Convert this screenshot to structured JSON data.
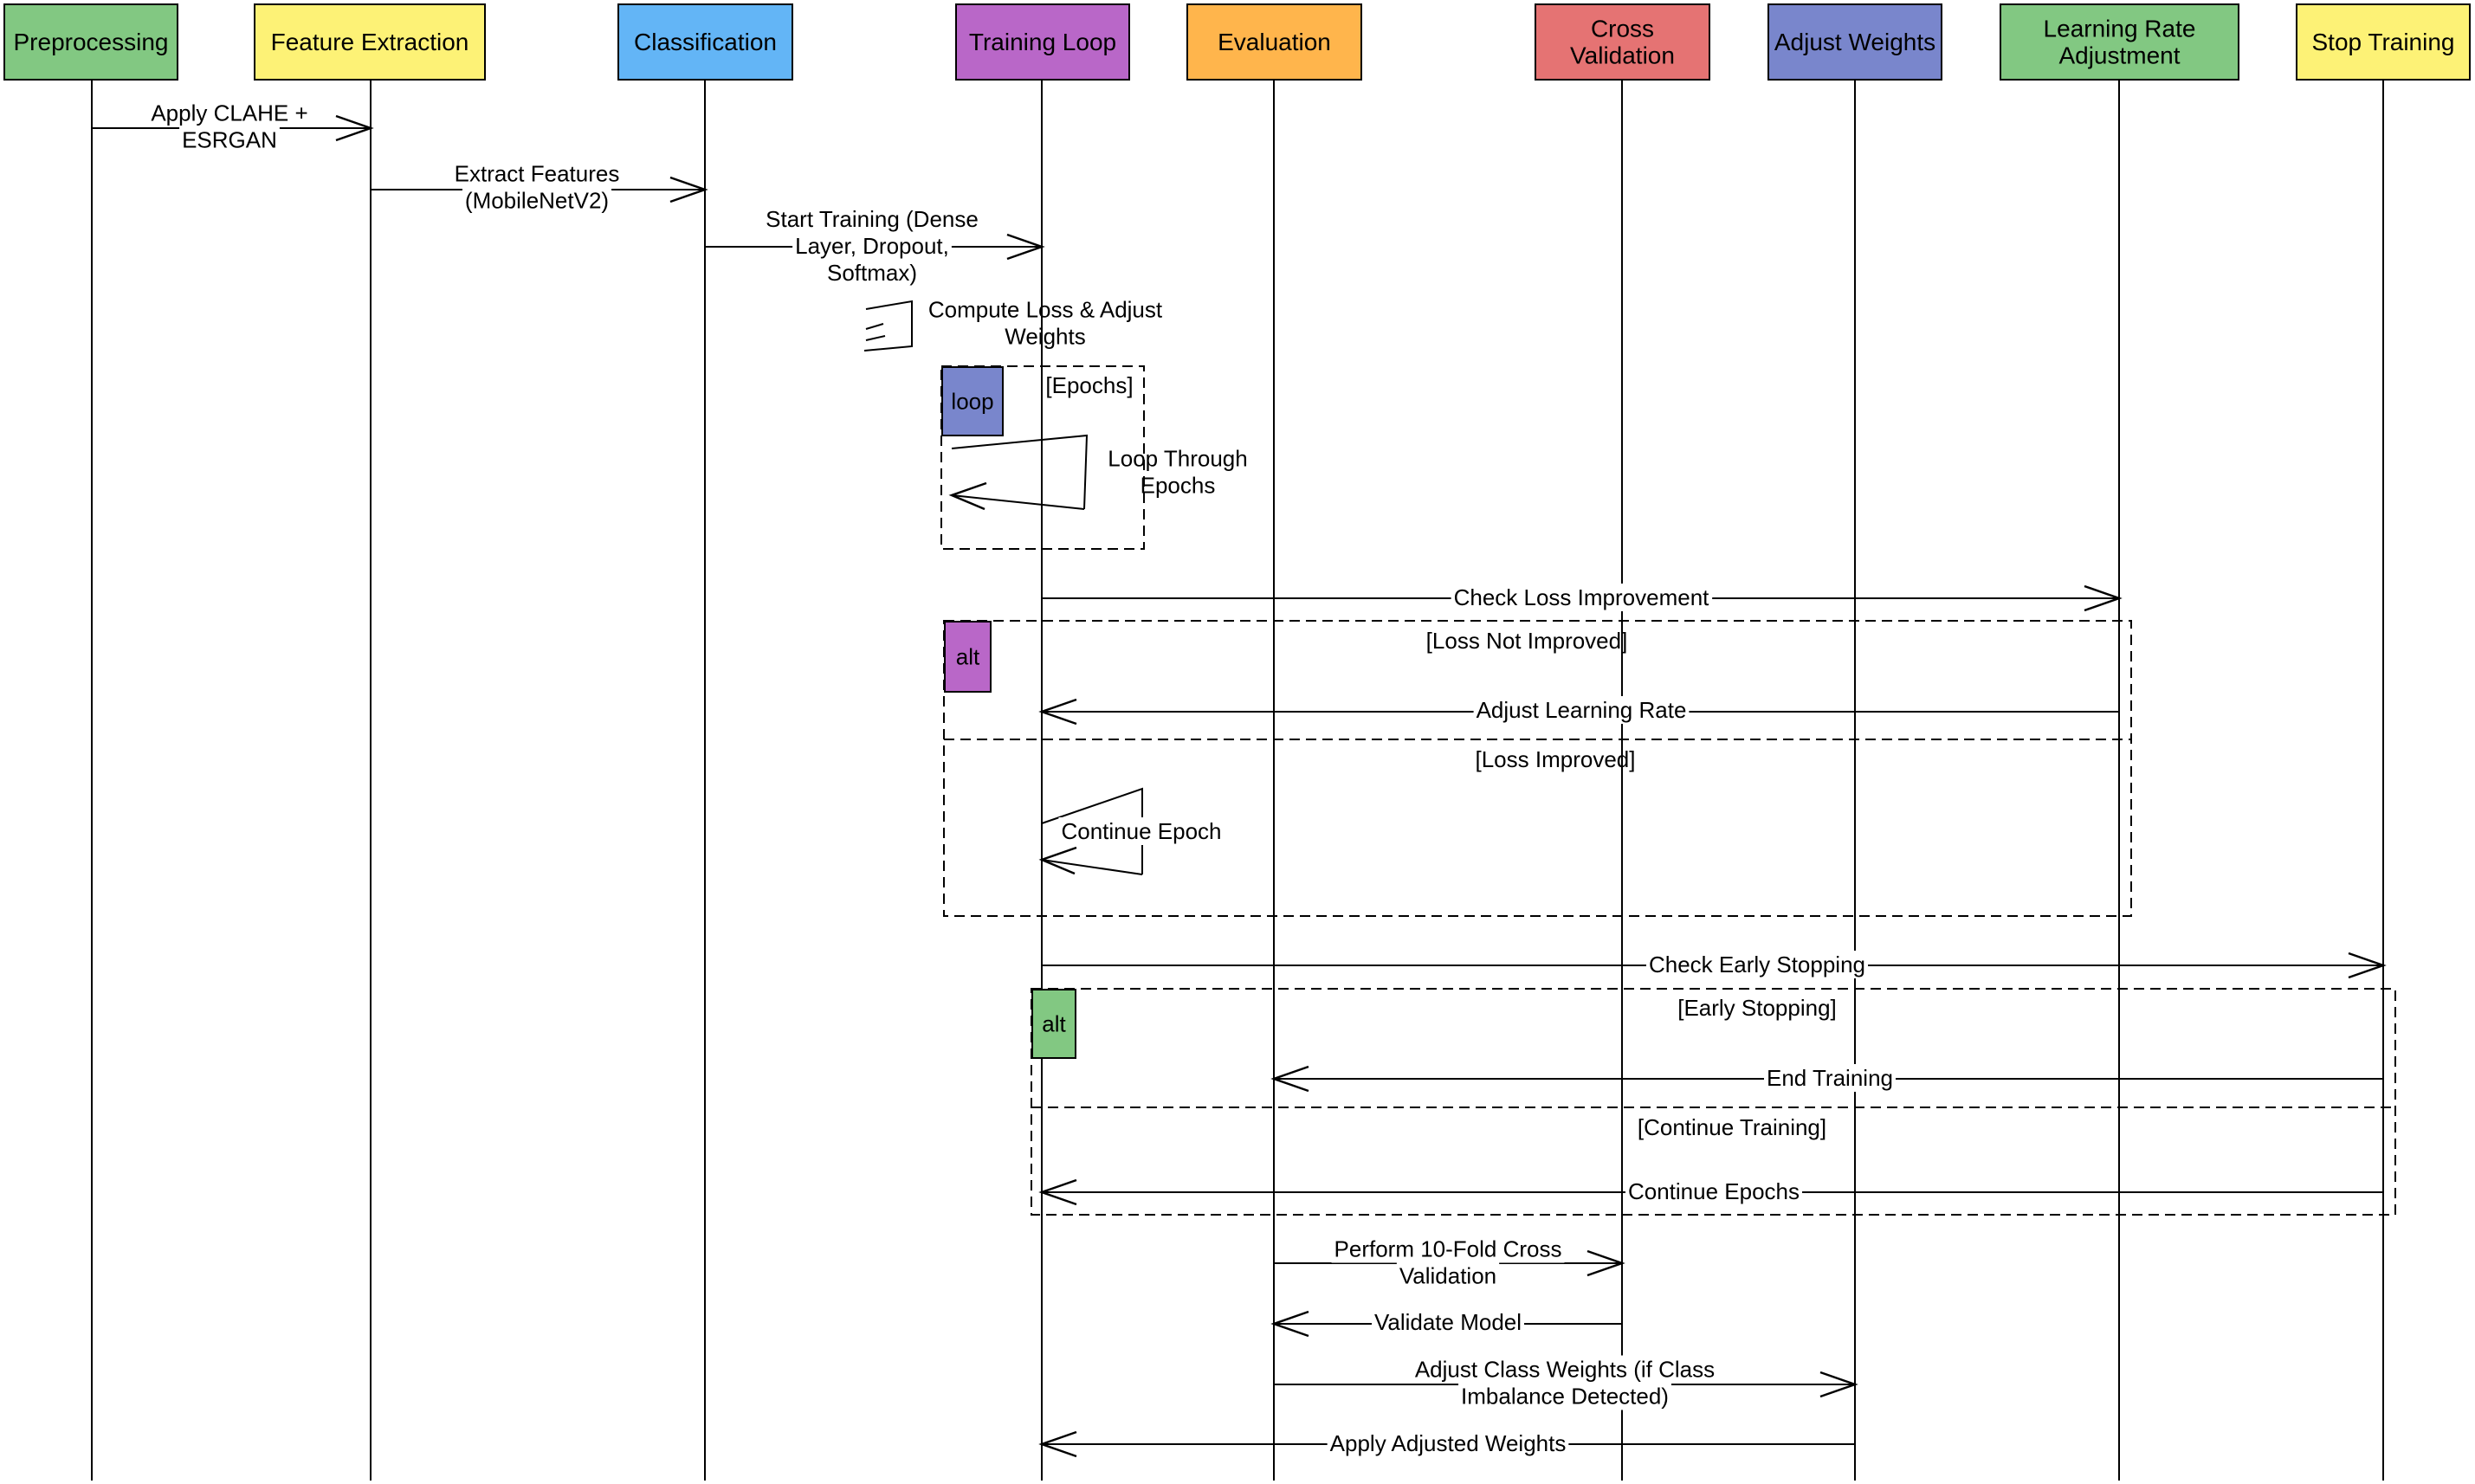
{
  "actors": [
    {
      "id": "preprocessing",
      "label": [
        "Preprocessing"
      ],
      "color": "#82c882"
    },
    {
      "id": "feature-extraction",
      "label": [
        "Feature Extraction"
      ],
      "color": "#fdf276"
    },
    {
      "id": "classification",
      "label": [
        "Classification"
      ],
      "color": "#63b5f6"
    },
    {
      "id": "training-loop",
      "label": [
        "Training Loop"
      ],
      "color": "#b967c8"
    },
    {
      "id": "evaluation",
      "label": [
        "Evaluation"
      ],
      "color": "#ffb54c"
    },
    {
      "id": "cross-validation",
      "label": [
        "Cross",
        "Validation"
      ],
      "color": "#e57373"
    },
    {
      "id": "adjust-weights",
      "label": [
        "Adjust Weights"
      ],
      "color": "#7986cc"
    },
    {
      "id": "learning-rate-adjustment",
      "label": [
        "Learning Rate",
        "Adjustment"
      ],
      "color": "#82c882"
    },
    {
      "id": "stop-training",
      "label": [
        "Stop Training"
      ],
      "color": "#fdf276"
    }
  ],
  "messages": [
    {
      "id": "apply-clahe",
      "from": 0,
      "to": 1,
      "label": [
        "Apply CLAHE +",
        "ESRGAN"
      ]
    },
    {
      "id": "extract-features",
      "from": 1,
      "to": 2,
      "label": [
        "Extract Features",
        "(MobileNetV2)"
      ]
    },
    {
      "id": "start-training",
      "from": 2,
      "to": 3,
      "label": [
        "Start Training (Dense",
        "Layer, Dropout,",
        "Softmax)"
      ]
    },
    {
      "id": "compute-loss",
      "self": true,
      "label": [
        "Compute Loss & Adjust",
        "Weights"
      ]
    },
    {
      "id": "loop-epochs",
      "self": true,
      "label": [
        "Loop Through",
        "Epochs"
      ]
    },
    {
      "id": "check-loss",
      "from": 3,
      "to": 7,
      "label": [
        "Check Loss Improvement"
      ]
    },
    {
      "id": "adjust-lr",
      "from": 7,
      "to": 3,
      "label": [
        "Adjust Learning Rate"
      ]
    },
    {
      "id": "continue-epoch",
      "self": true,
      "label": [
        "Continue Epoch"
      ]
    },
    {
      "id": "check-early-stop",
      "from": 3,
      "to": 8,
      "label": [
        "Check Early Stopping"
      ]
    },
    {
      "id": "end-training",
      "from": 8,
      "to": 4,
      "label": [
        "End Training"
      ]
    },
    {
      "id": "continue-epochs",
      "from": 8,
      "to": 3,
      "label": [
        "Continue Epochs"
      ]
    },
    {
      "id": "perform-cv",
      "from": 4,
      "to": 5,
      "label": [
        "Perform 10-Fold Cross",
        "Validation"
      ]
    },
    {
      "id": "validate-model",
      "from": 5,
      "to": 4,
      "label": [
        "Validate Model"
      ]
    },
    {
      "id": "adjust-class-weights",
      "from": 4,
      "to": 6,
      "label": [
        "Adjust Class Weights (if Class",
        "Imbalance Detected)"
      ]
    },
    {
      "id": "apply-weights",
      "from": 6,
      "to": 3,
      "label": [
        "Apply Adjusted Weights"
      ]
    }
  ],
  "fragments": [
    {
      "id": "loop-fragment",
      "tag": "loop",
      "color": "#7986cc",
      "guards": [
        "[Epochs]"
      ]
    },
    {
      "id": "alt-loss-fragment",
      "tag": "alt",
      "color": "#b967c8",
      "guards": [
        "[Loss Not Improved]",
        "[Loss Improved]"
      ]
    },
    {
      "id": "alt-stop-fragment",
      "tag": "alt",
      "color": "#82c882",
      "guards": [
        "[Early Stopping]",
        "[Continue Training]"
      ]
    }
  ]
}
